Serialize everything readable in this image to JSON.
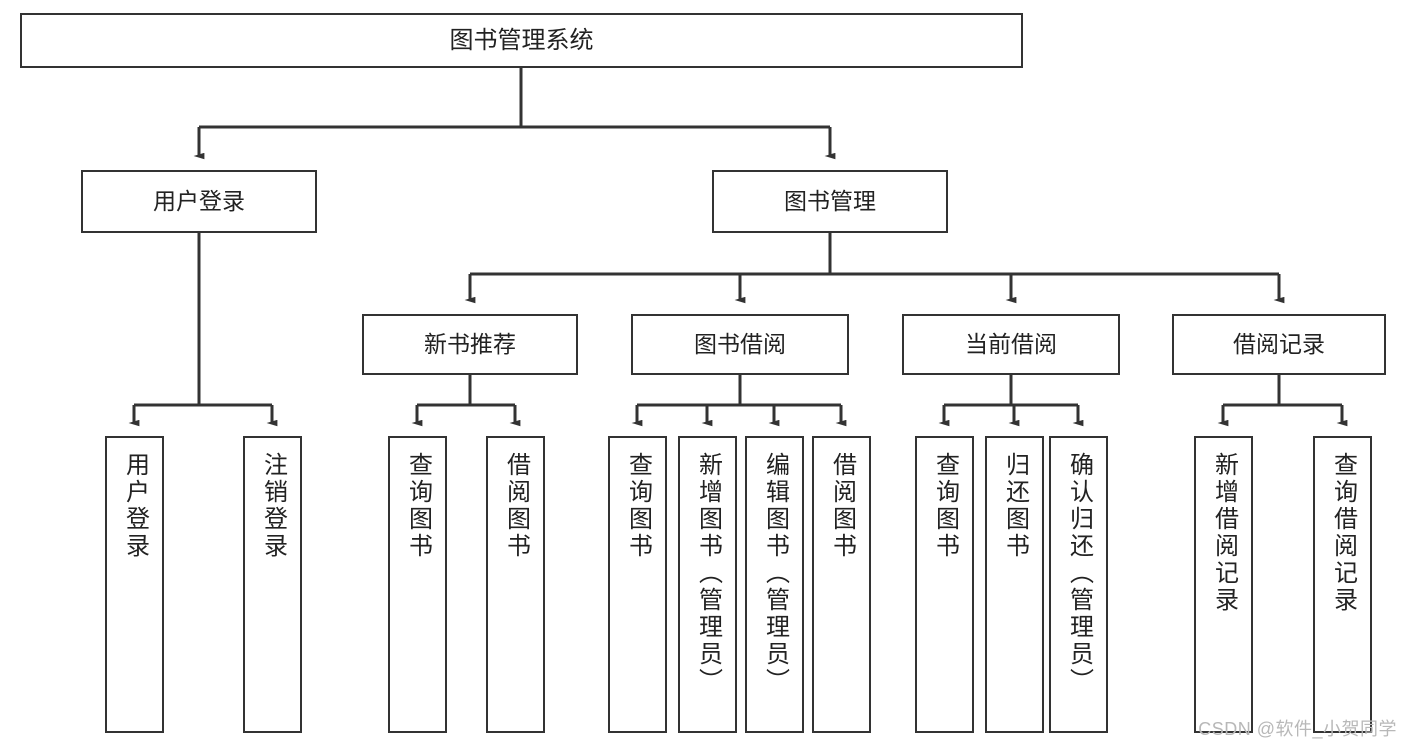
{
  "diagram": {
    "type": "tree-hierarchy",
    "title": "图书管理系统",
    "root": {
      "id": "root",
      "label": "图书管理系统",
      "orientation": "horizontal"
    },
    "level2": [
      {
        "id": "user-login",
        "label": "用户登录",
        "orientation": "horizontal"
      },
      {
        "id": "book-manage",
        "label": "图书管理",
        "orientation": "horizontal"
      }
    ],
    "level3": [
      {
        "id": "new-book-recommend",
        "label": "新书推荐",
        "orientation": "horizontal",
        "parent": "book-manage"
      },
      {
        "id": "book-borrow",
        "label": "图书借阅",
        "orientation": "horizontal",
        "parent": "book-manage"
      },
      {
        "id": "current-borrow",
        "label": "当前借阅",
        "orientation": "horizontal",
        "parent": "book-manage"
      },
      {
        "id": "borrow-record",
        "label": "借阅记录",
        "orientation": "horizontal",
        "parent": "book-manage"
      }
    ],
    "leaves": [
      {
        "id": "leaf-user-login",
        "label": "用户登录",
        "parent": "user-login"
      },
      {
        "id": "leaf-user-logout",
        "label": "注销登录",
        "parent": "user-login"
      },
      {
        "id": "leaf-query-book-1",
        "label": "查询图书",
        "parent": "new-book-recommend"
      },
      {
        "id": "leaf-borrow-book-1",
        "label": "借阅图书",
        "parent": "new-book-recommend"
      },
      {
        "id": "leaf-query-book-2",
        "label": "查询图书",
        "parent": "book-borrow"
      },
      {
        "id": "leaf-add-book",
        "label": "新增图书（管理员）",
        "parent": "book-borrow"
      },
      {
        "id": "leaf-edit-book",
        "label": "编辑图书（管理员）",
        "parent": "book-borrow"
      },
      {
        "id": "leaf-borrow-book-2",
        "label": "借阅图书",
        "parent": "book-borrow"
      },
      {
        "id": "leaf-query-book-3",
        "label": "查询图书",
        "parent": "current-borrow"
      },
      {
        "id": "leaf-return-book",
        "label": "归还图书",
        "parent": "current-borrow"
      },
      {
        "id": "leaf-confirm-return",
        "label": "确认归还（管理员）",
        "parent": "current-borrow"
      },
      {
        "id": "leaf-add-record",
        "label": "新增借阅记录",
        "parent": "borrow-record"
      },
      {
        "id": "leaf-query-record",
        "label": "查询借阅记录",
        "parent": "borrow-record"
      }
    ]
  },
  "watermark": {
    "text": "CSDN @软件_小贺同学"
  },
  "colors": {
    "node_border": "#333333",
    "node_fill": "#ffffff",
    "edge": "#333333",
    "text": "#222222",
    "watermark": "#b8b8b8",
    "background": "#ffffff"
  }
}
